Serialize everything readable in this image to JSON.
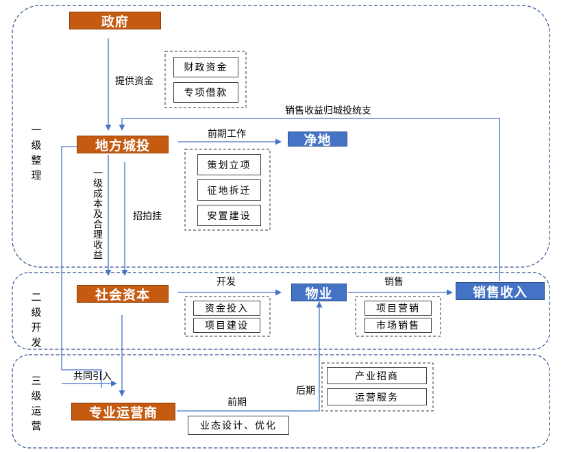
{
  "tiers": {
    "tier1": "一级整理",
    "tier2": "二级开发",
    "tier3": "三级运营"
  },
  "nodes": {
    "government": "政府",
    "local_invest": "地方城投",
    "clean_land": "净地",
    "social_capital": "社会资本",
    "property": "物业",
    "sales_revenue": "销售收入",
    "operator": "专业运营商"
  },
  "subboxes": {
    "funding": [
      "财政资金",
      "专项借款"
    ],
    "early_work": [
      "策划立项",
      "征地拆迁",
      "安置建设"
    ],
    "development": [
      "资金投入",
      "项目建设"
    ],
    "sales": [
      "项目营销",
      "市场销售"
    ],
    "later": [
      "产业招商",
      "运营服务"
    ],
    "early_op": [
      "业态设计、优化"
    ]
  },
  "edge_labels": {
    "provide_funds": "提供资金",
    "early_work": "前期工作",
    "sales_back": "销售收益归城投统支",
    "level1_cost": "一级成本及合理收益",
    "auction": "招拍挂",
    "develop": "开发",
    "sell": "销售",
    "co_introduce": "共同引入",
    "early_stage": "前期",
    "later_stage": "后期"
  },
  "colors": {
    "orange": "#c55a11",
    "blue": "#4472c4",
    "arrow": "#4472c4",
    "region_border": "#2f528f"
  }
}
